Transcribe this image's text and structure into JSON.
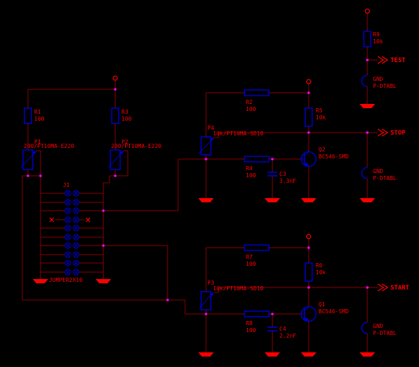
{
  "colors": {
    "background": "#000000",
    "wire": "#8b0000",
    "component": "#0000e6",
    "label": "#ff0000",
    "junction": "#ff00ff",
    "ground": "#ff0000"
  },
  "nets": {
    "test": "TEST",
    "stop": "STOP",
    "start": "START"
  },
  "components": {
    "r1": {
      "ref": "R1",
      "value": "100"
    },
    "r3": {
      "ref": "R3",
      "value": "100"
    },
    "p1": {
      "ref": "P1",
      "value": "200/PT10MA-E220"
    },
    "p2": {
      "ref": "P2",
      "value": "200/PT10MA-E220"
    },
    "j1": {
      "ref": "J1",
      "value": "JUMPER2X10"
    },
    "r2": {
      "ref": "R2",
      "value": "100"
    },
    "r5": {
      "ref": "R5",
      "value": "10k"
    },
    "p4": {
      "ref": "P4",
      "value": "10k/PT10MA-SD10"
    },
    "r4": {
      "ref": "R4",
      "value": "100"
    },
    "c3": {
      "ref": "C3",
      "value": "3.3nF"
    },
    "q2": {
      "ref": "Q2",
      "value": "BC546-SMD"
    },
    "r9": {
      "ref": "R9",
      "value": "10k"
    },
    "r7": {
      "ref": "R7",
      "value": "100"
    },
    "r6": {
      "ref": "R6",
      "value": "10k"
    },
    "p3": {
      "ref": "P3",
      "value": "10k/PT10MA-SD10"
    },
    "r8": {
      "ref": "R8",
      "value": "100"
    },
    "c4": {
      "ref": "C4",
      "value": "2.2nF"
    },
    "q1": {
      "ref": "Q1",
      "value": "BC546-SMD"
    },
    "tp_test": {
      "ref": "GND",
      "value": "P-DTABL"
    },
    "tp_stop": {
      "ref": "GND",
      "value": "P-DTABL"
    },
    "tp_start": {
      "ref": "GND",
      "value": "P-DTABL"
    }
  }
}
